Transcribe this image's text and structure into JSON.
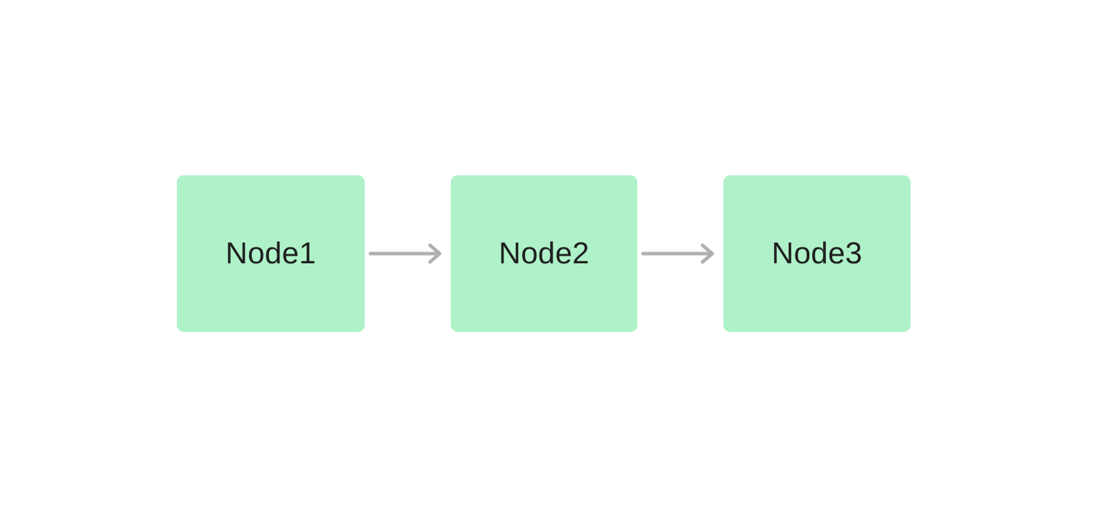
{
  "diagram": {
    "type": "flowchart",
    "orientation": "left-to-right",
    "background_color": "#ffffff",
    "node_fill_color": "#aff2c9",
    "node_text_color": "#1f2020",
    "edge_color": "#b0b0b0",
    "nodes": [
      {
        "id": "node1",
        "label": "Node1"
      },
      {
        "id": "node2",
        "label": "Node2"
      },
      {
        "id": "node3",
        "label": "Node3"
      }
    ],
    "edges": [
      {
        "id": "edge-node1-node2",
        "from": "node1",
        "to": "node2",
        "label": "",
        "arrowhead": "open-chevron"
      },
      {
        "id": "edge-node2-node3",
        "from": "node2",
        "to": "node3",
        "label": "",
        "arrowhead": "open-chevron"
      }
    ]
  }
}
